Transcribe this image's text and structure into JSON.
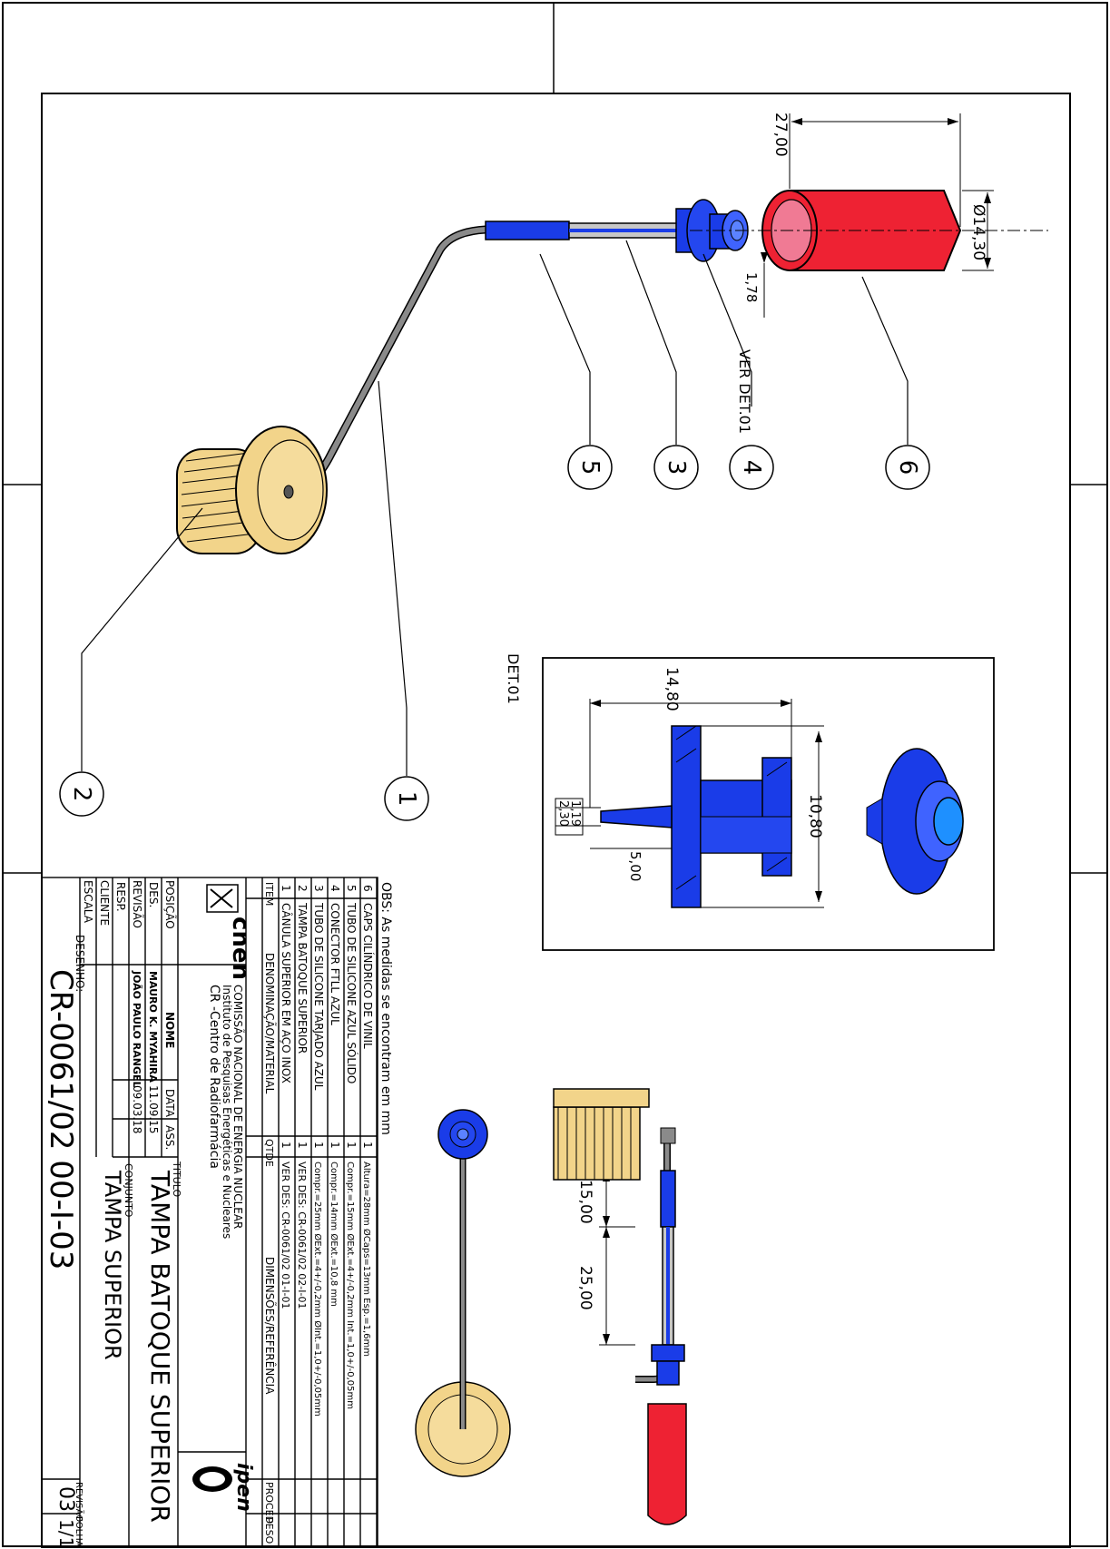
{
  "drawing": {
    "obs": "OBS: As medidas se encontram em mm",
    "detail_label": "DET.01",
    "see_detail": "VER DET.01",
    "dimensions": {
      "cap_length": "27,00",
      "cap_diameter": "Ø14,30",
      "cap_wall": "1,78",
      "conn_length": "14,80",
      "conn_diameter": "10,80",
      "conn_inner_a": "1,19",
      "conn_inner_b": "2,30",
      "conn_tip": "5,00",
      "tube_a": "15,00",
      "tube_b": "25,00"
    },
    "balloons": [
      "1",
      "2",
      "3",
      "4",
      "5",
      "6"
    ]
  },
  "bom": {
    "headers": {
      "item": "ITEM",
      "denominacao": "DENOMINAÇÃO/MATERIAL",
      "qtde": "QTDE",
      "dimensoes": "DIMENSÕES/REFERÊNCIA",
      "proced": "PROCED",
      "peso": "PESO"
    },
    "rows": [
      {
        "item": "6",
        "name": "CAPS CILÍNDRICO DE VINIL",
        "qty": "1",
        "ref": "Altura=28mm ØCaps=13mm Esp.=1,6mm"
      },
      {
        "item": "5",
        "name": "TUBO DE SILICONE AZUL SÓLIDO",
        "qty": "1",
        "ref": "Compr.=15mm ØExt.=4+/-0,2mm Int.=1,0+/-0,05mm"
      },
      {
        "item": "4",
        "name": "CONECTOR FTLL AZUL",
        "qty": "1",
        "ref": "Compr.=14mm ØExt.=10,8 mm"
      },
      {
        "item": "3",
        "name": "TUBO DE SILICONE TARJADO AZUL",
        "qty": "1",
        "ref": "Compr.=25mm ØExt.=4+/-0,2mm ØInt.=1,0+/-0,05mm"
      },
      {
        "item": "2",
        "name": "TAMPA BATOQUE SUPERIOR",
        "qty": "1",
        "ref": "VER DES: CR-0061/02 02-I-01"
      },
      {
        "item": "1",
        "name": "CÂNULA SUPERIOR EM AÇO INOX",
        "qty": "1",
        "ref": "VER DES: CR-0061/02 01-I-01"
      }
    ]
  },
  "title_block": {
    "cnen": "cnen",
    "ipen": "ipen",
    "org_line1": "COMISSÃO NACIONAL DE ENERGIA NUCLEAR",
    "org_line2": "Instituto de Pesquisas Energéticas e Nucleares",
    "org_line3": "CR -Centro de Radiofarmácia",
    "labels": {
      "posicao": "POSIÇÃO",
      "nome": "NOME",
      "data": "DATA",
      "ass": "ASS.",
      "titulo": "TITULO",
      "des": "DES.",
      "revisao": "REVISÃO",
      "resp": "RESP.",
      "cliente": "CLIENTE",
      "escala": "ESCALA",
      "desenho": "DESENHO:",
      "conjunto": "CONJUNTO",
      "revisao_box": "REVISÃO",
      "folha": "FOLHA"
    },
    "des_name": "MAURO K. MYAHIRA",
    "des_date": "11.09.15",
    "rev_name": "JOÃO PAULO RANGEL",
    "rev_date": "09.03.18",
    "title": "TAMPA BATOQUE SUPERIOR",
    "conjunto_value": "TAMPA SUPERIOR",
    "drawing_no": "CR-0061/02 00-I-03",
    "revision": "03",
    "sheet": "1/1"
  },
  "colors": {
    "cap": "#ee2233",
    "blue": "#1a3ce8",
    "brass": "#f2d48a",
    "steel": "#8a8a8a"
  }
}
